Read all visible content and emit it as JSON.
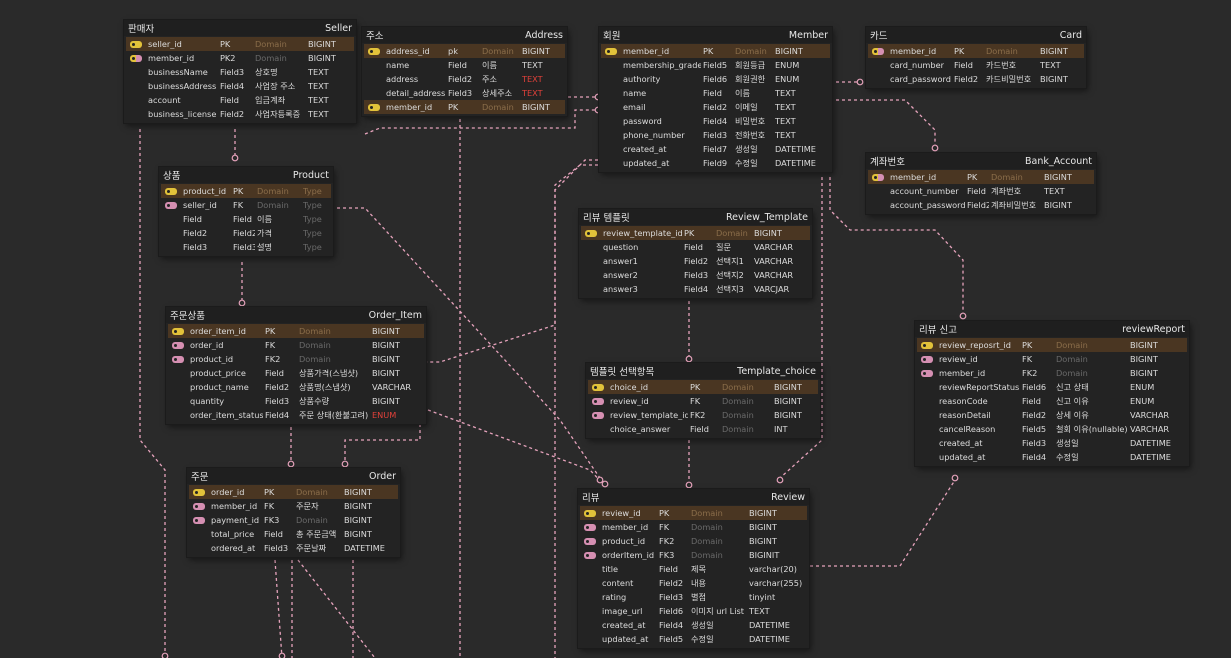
{
  "tables": [
    {
      "id": "seller",
      "title_ko": "판매자",
      "title_en": "Seller",
      "rows": [
        {
          "key": "pk",
          "name": "seller_id",
          "kind": "PK",
          "ko": "Domain",
          "type": "BIGINT"
        },
        {
          "key": "pkfk",
          "name": "member_id",
          "kind": "PK2",
          "ko": "Domain",
          "type": "BIGINT"
        },
        {
          "key": "",
          "name": "businessName",
          "kind": "Field3",
          "ko": "상호명",
          "type": "TEXT"
        },
        {
          "key": "",
          "name": "businessAddress",
          "kind": "Field4",
          "ko": "사업장 주소",
          "type": "TEXT"
        },
        {
          "key": "",
          "name": "account",
          "kind": "Field",
          "ko": "입금계좌",
          "type": "TEXT"
        },
        {
          "key": "",
          "name": "business_license",
          "kind": "Field2",
          "ko": "사업자등록증",
          "type": "TEXT"
        }
      ]
    },
    {
      "id": "address",
      "title_ko": "주소",
      "title_en": "Address",
      "rows": [
        {
          "key": "pk",
          "name": "address_id",
          "kind": "pk",
          "ko": "Domain",
          "type": "BIGINT"
        },
        {
          "key": "",
          "name": "name",
          "kind": "Field",
          "ko": "이름",
          "type": "TEXT"
        },
        {
          "key": "",
          "name": "address",
          "kind": "Field2",
          "ko": "주소",
          "type": "TEXT",
          "typeColor": "red"
        },
        {
          "key": "",
          "name": "detail_address",
          "kind": "Field3",
          "ko": "상세주소",
          "type": "TEXT",
          "typeColor": "red"
        },
        {
          "key": "pk",
          "name": "member_id",
          "kind": "PK",
          "ko": "Domain",
          "type": "BIGINT"
        }
      ]
    },
    {
      "id": "member",
      "title_ko": "회원",
      "title_en": "Member",
      "rows": [
        {
          "key": "pk",
          "name": "member_id",
          "kind": "PK",
          "ko": "Domain",
          "type": "BIGINT"
        },
        {
          "key": "",
          "name": "membership_grade",
          "kind": "Field5",
          "ko": "회원등급",
          "type": "ENUM"
        },
        {
          "key": "",
          "name": "authority",
          "kind": "Field6",
          "ko": "회원권한",
          "type": "ENUM"
        },
        {
          "key": "",
          "name": "name",
          "kind": "Field",
          "ko": "이름",
          "type": "TEXT"
        },
        {
          "key": "",
          "name": "email",
          "kind": "Field2",
          "ko": "이메일",
          "type": "TEXT"
        },
        {
          "key": "",
          "name": "password",
          "kind": "Field4",
          "ko": "비밀번호",
          "type": "TEXT"
        },
        {
          "key": "",
          "name": "phone_number",
          "kind": "Field3",
          "ko": "전화번호",
          "type": "TEXT"
        },
        {
          "key": "",
          "name": "created_at",
          "kind": "Field7",
          "ko": "생성일",
          "type": "DATETIME"
        },
        {
          "key": "",
          "name": "updated_at",
          "kind": "Field9",
          "ko": "수정일",
          "type": "DATETIME"
        }
      ]
    },
    {
      "id": "card",
      "title_ko": "카드",
      "title_en": "Card",
      "rows": [
        {
          "key": "pkfk",
          "name": "member_id",
          "kind": "PK",
          "ko": "Domain",
          "type": "BIGINT"
        },
        {
          "key": "",
          "name": "card_number",
          "kind": "Field",
          "ko": "카드번호",
          "type": "TEXT"
        },
        {
          "key": "",
          "name": "card_password",
          "kind": "Field2",
          "ko": "카드비밀번호",
          "type": "BIGINT"
        }
      ]
    },
    {
      "id": "bank",
      "title_ko": "계좌번호",
      "title_en": "Bank_Account",
      "rows": [
        {
          "key": "pkfk",
          "name": "member_id",
          "kind": "PK",
          "ko": "Domain",
          "type": "BIGINT"
        },
        {
          "key": "",
          "name": "account_number",
          "kind": "Field",
          "ko": "계좌번호",
          "type": "TEXT"
        },
        {
          "key": "",
          "name": "account_password",
          "kind": "Field2",
          "ko": "계좌비밀번호",
          "type": "BIGINT"
        }
      ]
    },
    {
      "id": "product",
      "title_ko": "상품",
      "title_en": "Product",
      "rows": [
        {
          "key": "pk",
          "name": "product_id",
          "kind": "PK",
          "ko": "Domain",
          "type": "Type"
        },
        {
          "key": "fk",
          "name": "seller_id",
          "kind": "FK",
          "ko": "Domain",
          "type": "Type"
        },
        {
          "key": "",
          "name": "Field",
          "kind": "Field",
          "ko": "이름",
          "type": "Type"
        },
        {
          "key": "",
          "name": "Field2",
          "kind": "Field2",
          "ko": "가격",
          "type": "Type"
        },
        {
          "key": "",
          "name": "Field3",
          "kind": "Field3",
          "ko": "설명",
          "type": "Type"
        }
      ]
    },
    {
      "id": "review_template",
      "title_ko": "리뷰 템플릿",
      "title_en": "Review_Template",
      "rows": [
        {
          "key": "pk",
          "name": "review_template_id",
          "kind": "PK",
          "ko": "Domain",
          "type": "BIGINT"
        },
        {
          "key": "",
          "name": "question",
          "kind": "Field",
          "ko": "질문",
          "type": "VARCHAR"
        },
        {
          "key": "",
          "name": "answer1",
          "kind": "Field2",
          "ko": "선택지1",
          "type": "VARCHAR"
        },
        {
          "key": "",
          "name": "answer2",
          "kind": "Field3",
          "ko": "선택지2",
          "type": "VARCHAR"
        },
        {
          "key": "",
          "name": "answer3",
          "kind": "Field4",
          "ko": "선택지3",
          "type": "VARCJAR"
        }
      ]
    },
    {
      "id": "order_item",
      "title_ko": "주문상품",
      "title_en": "Order_Item",
      "rows": [
        {
          "key": "pk",
          "name": "order_item_id",
          "kind": "PK",
          "ko": "Domain",
          "type": "BIGINT"
        },
        {
          "key": "fk",
          "name": "order_id",
          "kind": "FK",
          "ko": "Domain",
          "type": "BIGINT"
        },
        {
          "key": "fk",
          "name": "product_id",
          "kind": "FK2",
          "ko": "Domain",
          "type": "BIGINT"
        },
        {
          "key": "",
          "name": "product_price",
          "kind": "Field",
          "ko": "상품가격(스냅샷)",
          "type": "BIGINT"
        },
        {
          "key": "",
          "name": "product_name",
          "kind": "Field2",
          "ko": "상품명(스냅샷)",
          "type": "VARCHAR"
        },
        {
          "key": "",
          "name": "quantity",
          "kind": "Field3",
          "ko": "상품수량",
          "type": "BIGINT"
        },
        {
          "key": "",
          "name": "order_item_status",
          "kind": "Field4",
          "ko": "주문 상태(환불고려)",
          "type": "ENUM",
          "typeColor": "red"
        }
      ]
    },
    {
      "id": "template_choice",
      "title_ko": "템플릿 선택항목",
      "title_en": "Template_choice",
      "rows": [
        {
          "key": "pk",
          "name": "choice_id",
          "kind": "PK",
          "ko": "Domain",
          "type": "BIGINT"
        },
        {
          "key": "fk",
          "name": "review_id",
          "kind": "FK",
          "ko": "Domain",
          "type": "BIGINT"
        },
        {
          "key": "fk",
          "name": "review_template_id",
          "kind": "FK2",
          "ko": "Domain",
          "type": "BIGINT"
        },
        {
          "key": "",
          "name": "choice_answer",
          "kind": "Field",
          "ko": "Domain",
          "type": "INT"
        }
      ]
    },
    {
      "id": "review_report",
      "title_ko": "리뷰 신고",
      "title_en": "reviewReport",
      "rows": [
        {
          "key": "pk",
          "name": "review_reposrt_id",
          "kind": "PK",
          "ko": "Domain",
          "type": "BIGINT"
        },
        {
          "key": "fk",
          "name": "review_id",
          "kind": "FK",
          "ko": "Domain",
          "type": "BIGINT"
        },
        {
          "key": "fk",
          "name": "member_id",
          "kind": "FK2",
          "ko": "Domain",
          "type": "BIGINT"
        },
        {
          "key": "",
          "name": "reviewReportStatus",
          "kind": "Field6",
          "ko": "신고 상태",
          "type": "ENUM"
        },
        {
          "key": "",
          "name": "reasonCode",
          "kind": "Field",
          "ko": "신고 이유",
          "type": "ENUM"
        },
        {
          "key": "",
          "name": "reasonDetail",
          "kind": "Field2",
          "ko": "상세 이유",
          "type": "VARCHAR"
        },
        {
          "key": "",
          "name": "cancelReason",
          "kind": "Field5",
          "ko": "철회 이유(nullable)",
          "type": "VARCHAR"
        },
        {
          "key": "",
          "name": "created_at",
          "kind": "Field3",
          "ko": "생성일",
          "type": "DATETIME"
        },
        {
          "key": "",
          "name": "updated_at",
          "kind": "Field4",
          "ko": "수정일",
          "type": "DATETIME"
        }
      ]
    },
    {
      "id": "order",
      "title_ko": "주문",
      "title_en": "Order",
      "rows": [
        {
          "key": "pk",
          "name": "order_id",
          "kind": "PK",
          "ko": "Domain",
          "type": "BIGINT"
        },
        {
          "key": "fk",
          "name": "member_id",
          "kind": "FK",
          "ko": "주문자",
          "type": "BIGINT"
        },
        {
          "key": "fk",
          "name": "payment_id",
          "kind": "FK3",
          "ko": "Domain",
          "type": "BIGINT"
        },
        {
          "key": "",
          "name": "total_price",
          "kind": "Field",
          "ko": "총 주문금액",
          "type": "BIGINT"
        },
        {
          "key": "",
          "name": "ordered_at",
          "kind": "Field3",
          "ko": "주문날짜",
          "type": "DATETIME"
        }
      ]
    },
    {
      "id": "review",
      "title_ko": "리뷰",
      "title_en": "Review",
      "rows": [
        {
          "key": "pk",
          "name": "review_id",
          "kind": "PK",
          "ko": "Domain",
          "type": "BIGINT"
        },
        {
          "key": "fk",
          "name": "member_id",
          "kind": "FK",
          "ko": "Domain",
          "type": "BIGINT"
        },
        {
          "key": "fk",
          "name": "product_id",
          "kind": "FK2",
          "ko": "Domain",
          "type": "BIGINT"
        },
        {
          "key": "fk",
          "name": "orderItem_id",
          "kind": "FK3",
          "ko": "Domain",
          "type": "BIGINIT"
        },
        {
          "key": "",
          "name": "title",
          "kind": "Field",
          "ko": "제목",
          "type": "varchar(20)"
        },
        {
          "key": "",
          "name": "content",
          "kind": "Field2",
          "ko": "내용",
          "type": "varchar(255)"
        },
        {
          "key": "",
          "name": "rating",
          "kind": "Field3",
          "ko": "별점",
          "type": "tinyint"
        },
        {
          "key": "",
          "name": "image_url",
          "kind": "Field6",
          "ko": "이미지 url List",
          "type": "TEXT"
        },
        {
          "key": "",
          "name": "created_at",
          "kind": "Field4",
          "ko": "생성일",
          "type": "DATETIME"
        },
        {
          "key": "",
          "name": "updated_at",
          "kind": "Field5",
          "ko": "수정일",
          "type": "DATETIME"
        }
      ]
    }
  ],
  "colors": {
    "line": "#e6a3bc",
    "pk_row": "#4a3622",
    "pk_key": "#e2c23a",
    "fk_key": "#d58fb2",
    "red_type": "#e0413a"
  }
}
